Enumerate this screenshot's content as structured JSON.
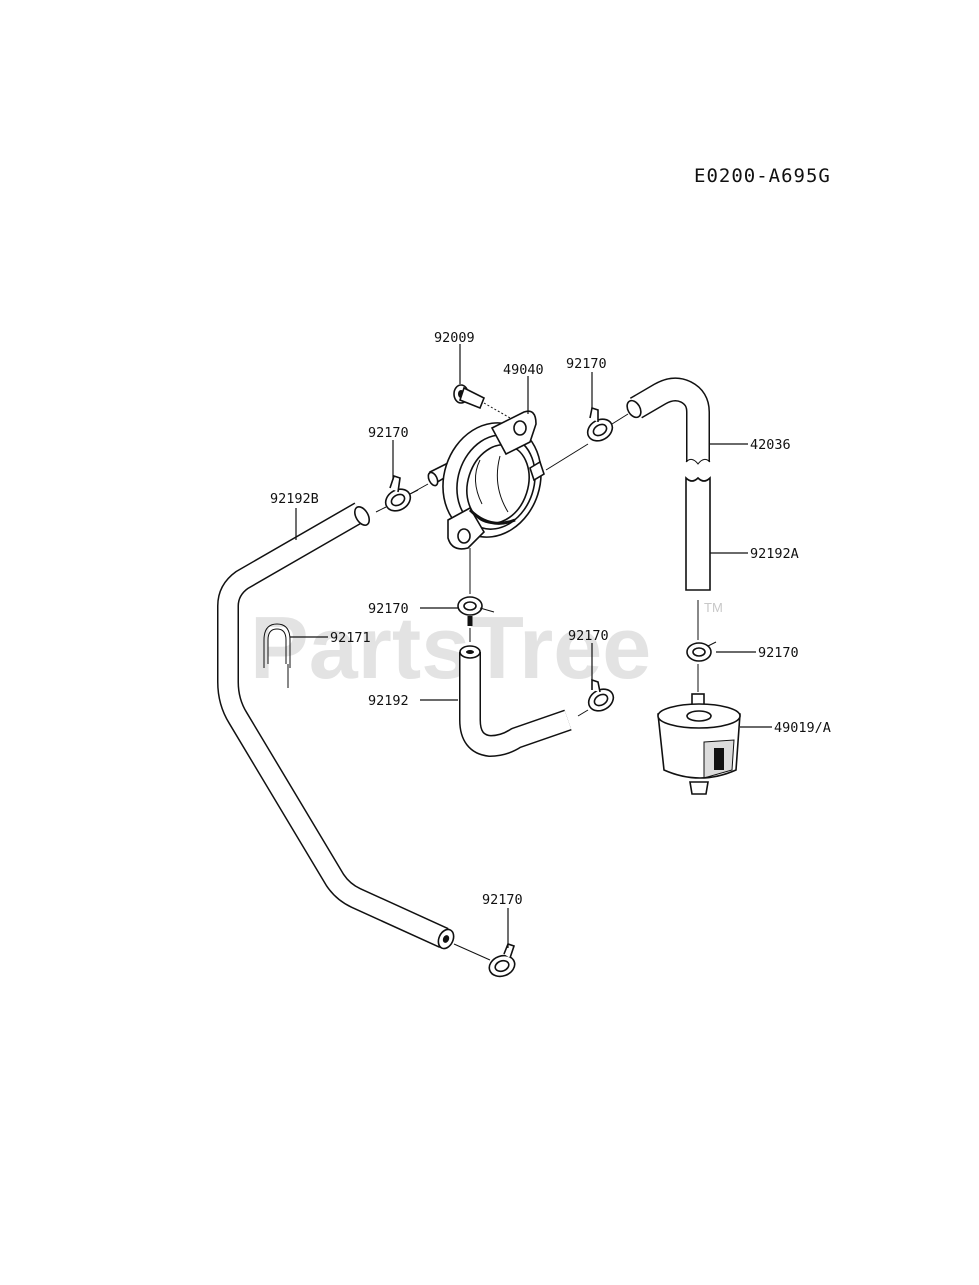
{
  "diagram_code": "E0200-A695G",
  "watermark": {
    "text": "PartsTree",
    "tm": "TM"
  },
  "labels": {
    "p92009": "92009",
    "p49040": "49040",
    "p92170_top": "92170",
    "p42036": "42036",
    "p92170_left": "92170",
    "p92192B": "92192B",
    "p92192A": "92192A",
    "p92170_mid": "92170",
    "p92171": "92171",
    "p92170_center": "92170",
    "p92170_right": "92170",
    "p92192": "92192",
    "p49019A": "49019/A",
    "p92170_bottom": "92170"
  }
}
